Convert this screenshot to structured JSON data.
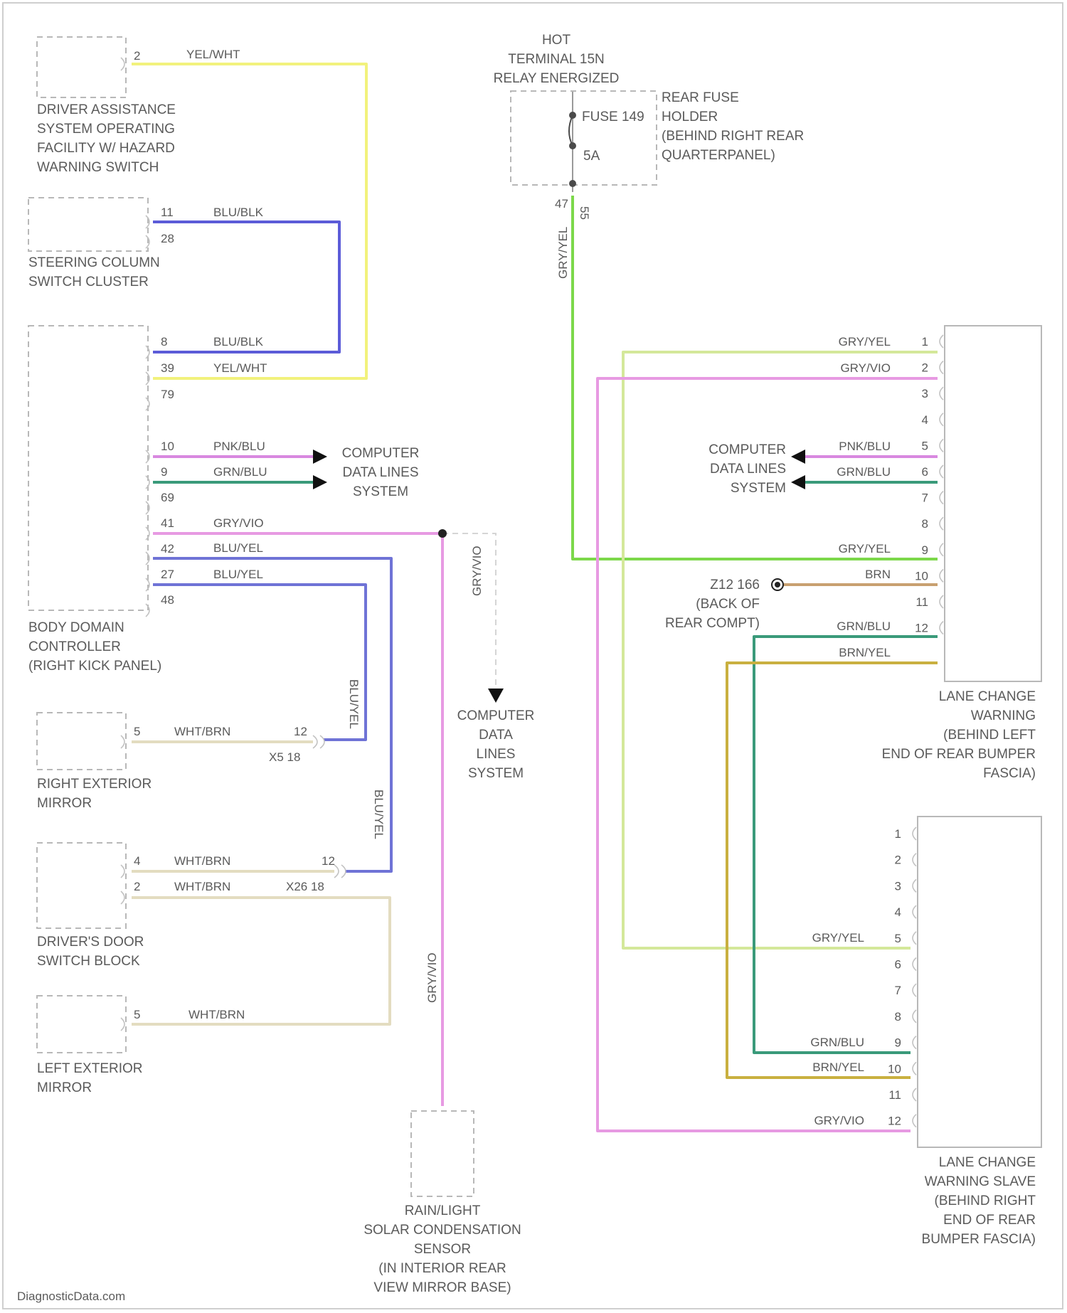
{
  "footer": "DiagnosticData.com",
  "colors": {
    "yel_wht": "#f2f27c",
    "blu_blk": "#5c5cd8",
    "pnk_blu": "#d888e0",
    "grn_blu": "#3a9a7a",
    "gry_vio": "#e79ae2",
    "blu_yel": "#6f73d6",
    "wht_brn": "#e3dcc0",
    "gry_yel": "#d4e89a",
    "gry_yel_feed": "#7cd84a",
    "brn": "#c8a070",
    "brn_yel": "#c9b040",
    "pin_marker": "#c2c2c2",
    "box_border": "#b8b8b8"
  },
  "components": {
    "driver_assistance": [
      "DRIVER ASSISTANCE",
      "SYSTEM OPERATING",
      "FACILITY W/ HAZARD",
      "WARNING SWITCH"
    ],
    "steering_column": [
      "STEERING COLUMN",
      "SWITCH CLUSTER"
    ],
    "body_domain": [
      "BODY DOMAIN",
      "CONTROLLER",
      "(RIGHT KICK PANEL)"
    ],
    "right_mirror": [
      "RIGHT EXTERIOR",
      "MIRROR"
    ],
    "drivers_door": [
      "DRIVER'S DOOR",
      "SWITCH BLOCK"
    ],
    "left_mirror": [
      "LEFT EXTERIOR",
      "MIRROR"
    ],
    "rainlight": [
      "RAIN/LIGHT",
      "SOLAR CONDENSATION",
      "SENSOR",
      "(IN INTERIOR REAR",
      "VIEW MIRROR BASE)"
    ],
    "lcw_master": [
      "LANE CHANGE",
      "WARNING",
      "(BEHIND LEFT",
      "END OF REAR BUMPER",
      "FASCIA)"
    ],
    "lcw_slave": [
      "LANE CHANGE",
      "WARNING SLAVE",
      "(BEHIND RIGHT",
      "END OF REAR",
      "BUMPER FASCIA)"
    ],
    "hot": [
      "HOT",
      "TERMINAL 15N",
      "RELAY ENERGIZED"
    ],
    "fuse_holder": [
      "REAR FUSE",
      "HOLDER",
      "(BEHIND RIGHT REAR",
      "QUARTERPANEL)"
    ],
    "fuse_id": "FUSE 149",
    "fuse_rating": "5A",
    "fuse_pins": [
      "47",
      "55"
    ]
  },
  "refs": {
    "cdl_left": [
      "COMPUTER",
      "DATA LINES",
      "SYSTEM"
    ],
    "cdl_right": [
      "COMPUTER",
      "DATA LINES",
      "SYSTEM"
    ],
    "cdl_bottom": [
      "COMPUTER",
      "DATA",
      "LINES",
      "SYSTEM"
    ],
    "ground": [
      "Z12 166",
      "(BACK OF",
      "REAR COMPT)"
    ]
  },
  "wire_labels": {
    "yel_wht": "YEL/WHT",
    "blu_blk": "BLU/BLK",
    "pnk_blu": "PNK/BLU",
    "grn_blu": "GRN/BLU",
    "gry_vio": "GRY/VIO",
    "blu_yel": "BLU/YEL",
    "wht_brn": "WHT/BRN",
    "gry_yel": "GRY/YEL",
    "brn": "BRN",
    "brn_yel": "BRN/YEL"
  },
  "pins": {
    "da_2": "2",
    "sc_11": "11",
    "sc_28": "28",
    "bd_8": "8",
    "bd_39": "39",
    "bd_79": "79",
    "bd_10": "10",
    "bd_9": "9",
    "bd_69": "69",
    "bd_41": "41",
    "bd_42": "42",
    "bd_27": "27",
    "bd_48": "48",
    "rm_5": "5",
    "rm_conn": "12",
    "rm_ref": "X5 18",
    "dd_4": "4",
    "dd_2": "2",
    "dd_conn": "12",
    "dd_ref": "X26 18",
    "lm_5": "5",
    "m": [
      "1",
      "2",
      "3",
      "4",
      "5",
      "6",
      "7",
      "8",
      "9",
      "10",
      "11",
      "12"
    ],
    "s": [
      "1",
      "2",
      "3",
      "4",
      "5",
      "6",
      "7",
      "8",
      "9",
      "10",
      "11",
      "12"
    ]
  }
}
